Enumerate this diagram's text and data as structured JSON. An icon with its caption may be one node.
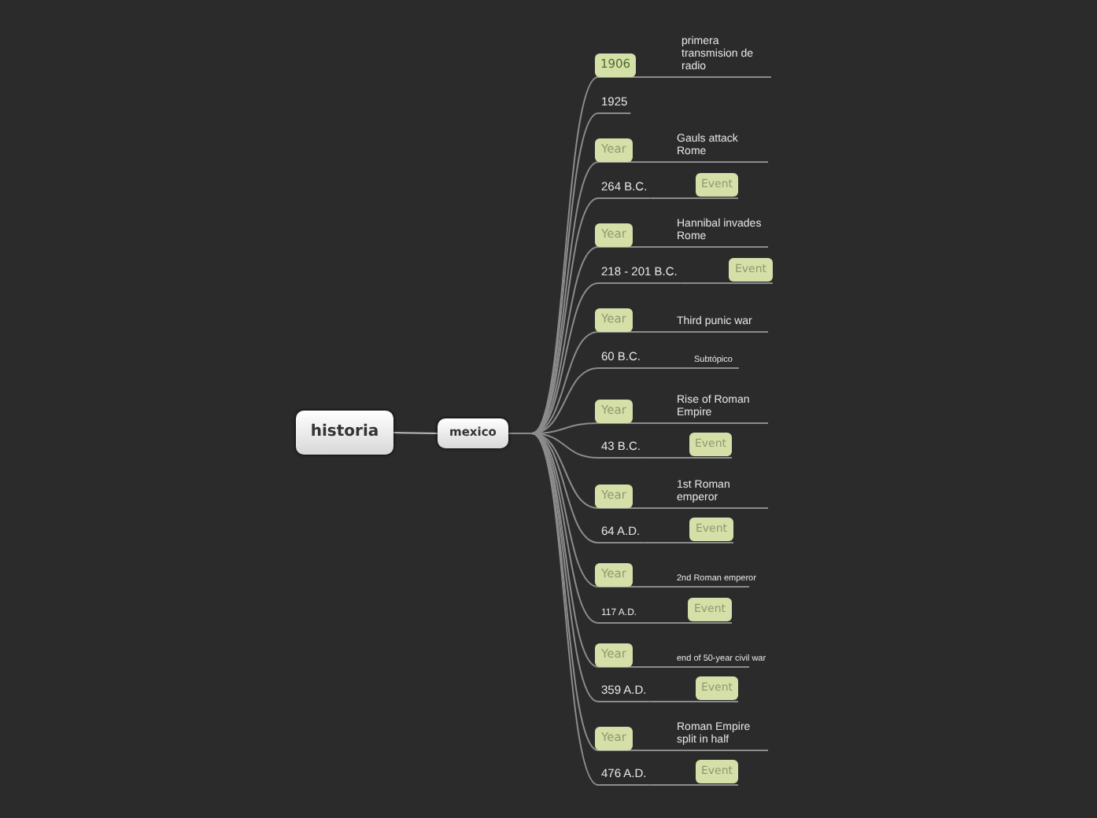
{
  "diagram": {
    "nodes": [
      {
        "text": [
          "historia"
        ]
      },
      {
        "text": [
          "mexico"
        ]
      },
      {
        "text": [
          "1906"
        ]
      },
      {
        "text": [
          "primera transmision de radio"
        ]
      },
      {
        "text": [
          "1925"
        ]
      },
      {
        "text": [
          "Year"
        ]
      },
      {
        "text": [
          "Gauls attack Rome"
        ]
      },
      {
        "text": [
          "264 B.C."
        ]
      },
      {
        "text": [
          "Event"
        ]
      },
      {
        "text": [
          "Year"
        ]
      },
      {
        "text": [
          "Hannibal invades Rome"
        ]
      },
      {
        "text": [
          "218 - 201 B.C."
        ]
      },
      {
        "text": [
          "Event"
        ]
      },
      {
        "text": [
          "Year"
        ]
      },
      {
        "text": [
          "Third punic war"
        ]
      },
      {
        "text": [
          "60 B.C."
        ]
      },
      {
        "text": [
          "Subtópico"
        ]
      },
      {
        "text": [
          "Year"
        ]
      },
      {
        "text": [
          "Rise of Roman Empire"
        ]
      },
      {
        "text": [
          "43 B.C."
        ]
      },
      {
        "text": [
          "Event"
        ]
      },
      {
        "text": [
          "Year"
        ]
      },
      {
        "text": [
          "1st Roman emperor"
        ]
      },
      {
        "text": [
          "64 A.D."
        ]
      },
      {
        "text": [
          "Event"
        ]
      },
      {
        "text": [
          "Year"
        ]
      },
      {
        "text": [
          "2nd Roman emperor"
        ]
      },
      {
        "text": [
          "117 A.D."
        ]
      },
      {
        "text": [
          "Event"
        ]
      },
      {
        "text": [
          "Year"
        ]
      },
      {
        "text": [
          "end of 50-year civil war"
        ]
      },
      {
        "text": [
          "359 A.D."
        ]
      },
      {
        "text": [
          "Event"
        ]
      },
      {
        "text": [
          "Year"
        ]
      },
      {
        "text": [
          "Roman Empire split in half"
        ]
      },
      {
        "text": [
          "476 A.D."
        ]
      },
      {
        "text": [
          "Event"
        ]
      }
    ],
    "edges": [
      {
        "from": 0,
        "to": 1,
        "arrow": "none"
      },
      {
        "from": 1,
        "to": 2,
        "arrow": "none"
      },
      {
        "from": 2,
        "to": 3,
        "arrow": "none"
      },
      {
        "from": 1,
        "to": 4,
        "arrow": "none"
      },
      {
        "from": 1,
        "to": 5,
        "arrow": "none"
      },
      {
        "from": 5,
        "to": 6,
        "arrow": "none"
      },
      {
        "from": 1,
        "to": 7,
        "arrow": "none"
      },
      {
        "from": 7,
        "to": 8,
        "arrow": "none"
      },
      {
        "from": 1,
        "to": 9,
        "arrow": "none"
      },
      {
        "from": 9,
        "to": 10,
        "arrow": "none"
      },
      {
        "from": 1,
        "to": 11,
        "arrow": "none"
      },
      {
        "from": 11,
        "to": 12,
        "arrow": "none"
      },
      {
        "from": 1,
        "to": 13,
        "arrow": "none"
      },
      {
        "from": 13,
        "to": 14,
        "arrow": "none"
      },
      {
        "from": 1,
        "to": 15,
        "arrow": "none"
      },
      {
        "from": 15,
        "to": 16,
        "arrow": "none"
      },
      {
        "from": 1,
        "to": 17,
        "arrow": "none"
      },
      {
        "from": 17,
        "to": 18,
        "arrow": "none"
      },
      {
        "from": 1,
        "to": 19,
        "arrow": "none"
      },
      {
        "from": 19,
        "to": 20,
        "arrow": "none"
      },
      {
        "from": 1,
        "to": 21,
        "arrow": "none"
      },
      {
        "from": 21,
        "to": 22,
        "arrow": "none"
      },
      {
        "from": 1,
        "to": 23,
        "arrow": "none"
      },
      {
        "from": 23,
        "to": 24,
        "arrow": "none"
      },
      {
        "from": 1,
        "to": 25,
        "arrow": "none"
      },
      {
        "from": 25,
        "to": 26,
        "arrow": "none"
      },
      {
        "from": 1,
        "to": 27,
        "arrow": "none"
      },
      {
        "from": 27,
        "to": 28,
        "arrow": "none"
      },
      {
        "from": 1,
        "to": 29,
        "arrow": "none"
      },
      {
        "from": 29,
        "to": 30,
        "arrow": "none"
      },
      {
        "from": 1,
        "to": 31,
        "arrow": "none"
      },
      {
        "from": 31,
        "to": 32,
        "arrow": "none"
      },
      {
        "from": 1,
        "to": 33,
        "arrow": "none"
      },
      {
        "from": 33,
        "to": 34,
        "arrow": "none"
      },
      {
        "from": 1,
        "to": 35,
        "arrow": "none"
      },
      {
        "from": 35,
        "to": 36,
        "arrow": "none"
      }
    ]
  }
}
